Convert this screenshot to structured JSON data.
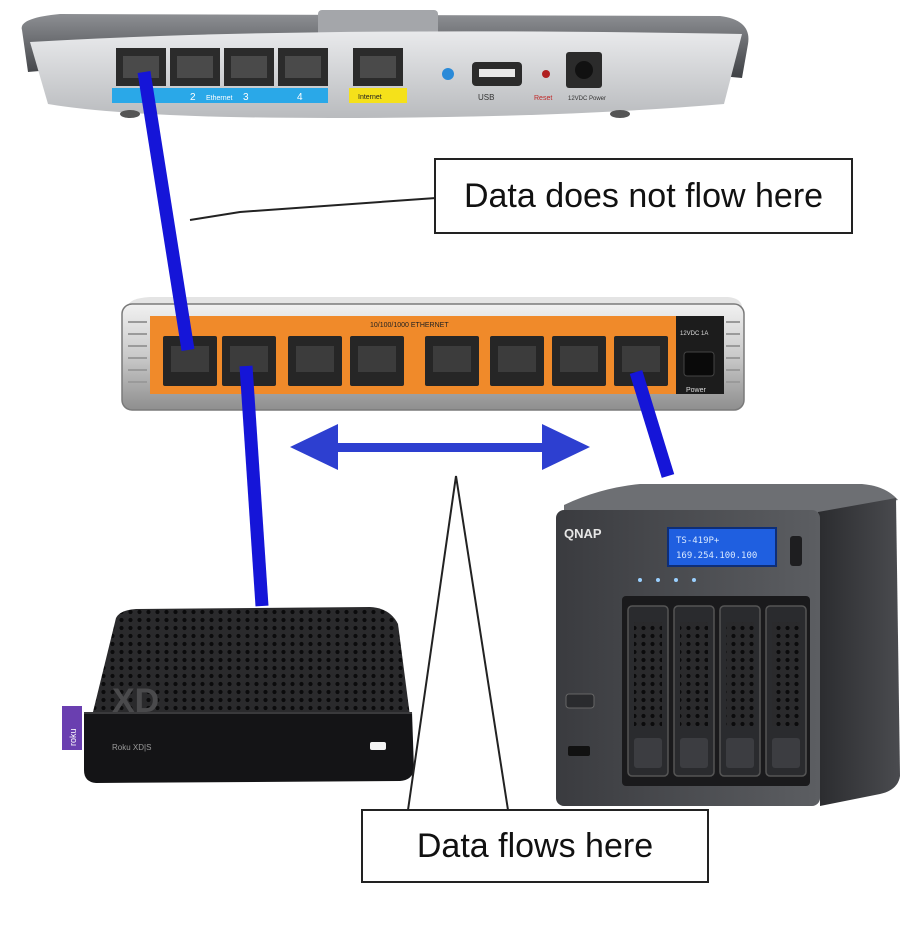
{
  "callouts": {
    "no_flow": "Data does not flow here",
    "flow": "Data flows here"
  },
  "router": {
    "port_numbers": [
      "2",
      "3",
      "4"
    ],
    "ethernet_label": "Ethernet",
    "internet_label": "Internet",
    "usb_label": "USB",
    "reset_label": "Reset",
    "power_label": "12VDC Power"
  },
  "switch": {
    "top_label": "10/100/1000 ETHERNET",
    "power_label": "Power",
    "dc_label": "12VDC 1A"
  },
  "nas": {
    "brand": "QNAP",
    "lcd_line1": "TS-419P+",
    "lcd_line2": "169.254.100.100"
  },
  "roku": {
    "logo_text": "XD",
    "side_tag": "roku",
    "model_label": "Roku XD|S"
  },
  "colors": {
    "cable": "#1515d8",
    "arrow": "#2d3fd0",
    "switch_panel": "#f08a2a",
    "lcd": "#1f5fe0",
    "router_stripe_blue": "#2aa8e8",
    "router_stripe_yellow": "#f5e11a"
  }
}
